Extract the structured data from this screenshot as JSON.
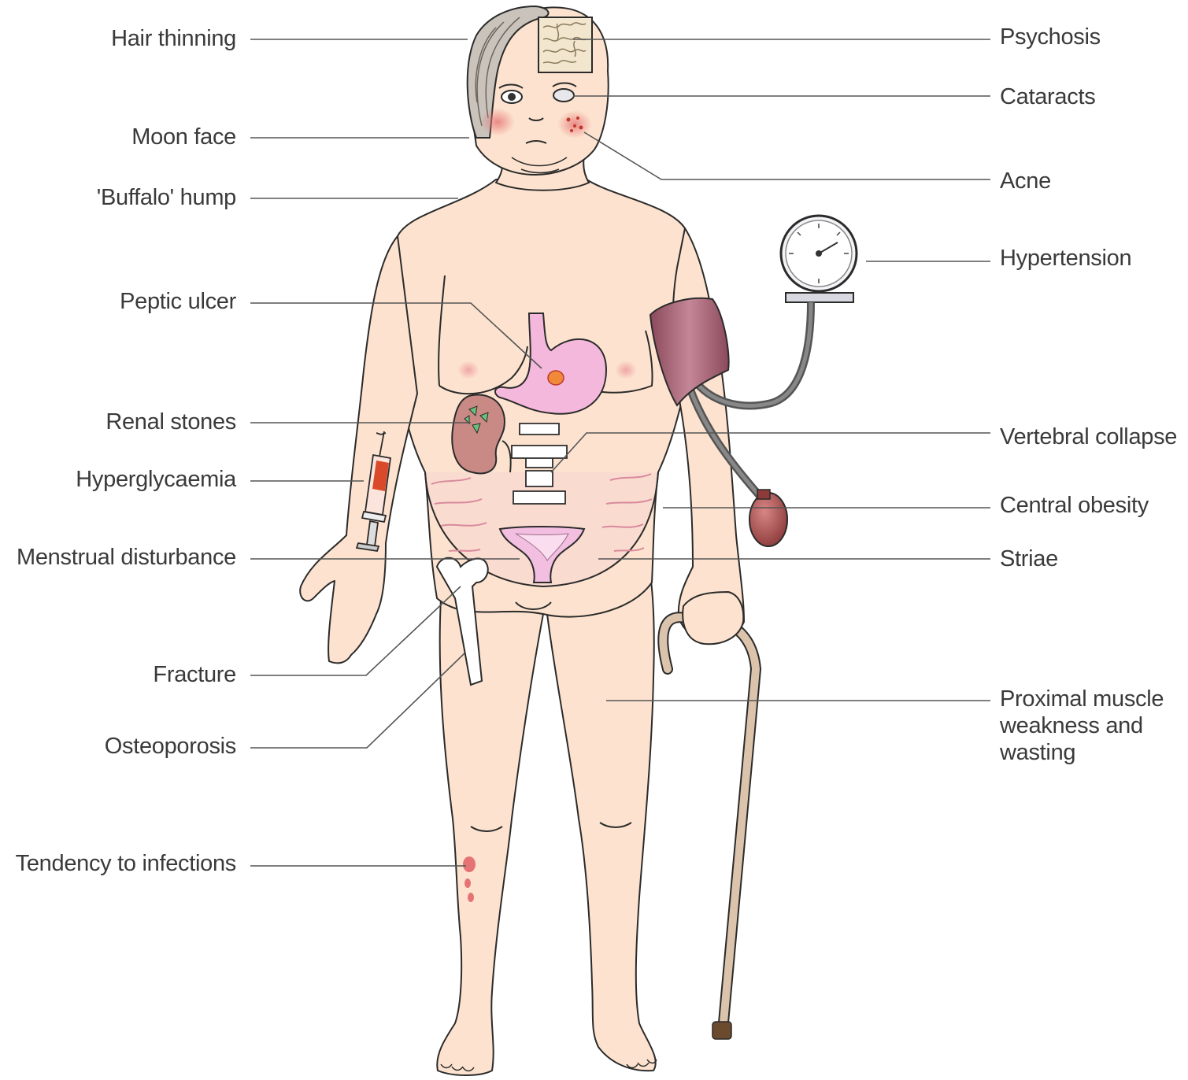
{
  "labels_left": {
    "hair_thinning": "Hair thinning",
    "moon_face": "Moon face",
    "buffalo_hump": "'Buffalo' hump",
    "peptic_ulcer": "Peptic ulcer",
    "renal_stones": "Renal stones",
    "hyperglycaemia": "Hyperglycaemia",
    "menstrual_disturbance": "Menstrual disturbance",
    "fracture": "Fracture",
    "osteoporosis": "Osteoporosis",
    "tendency_to_infections": "Tendency to infections"
  },
  "labels_right": {
    "psychosis": "Psychosis",
    "cataracts": "Cataracts",
    "acne": "Acne",
    "hypertension": "Hypertension",
    "vertebral_collapse": "Vertebral collapse",
    "central_obesity": "Central obesity",
    "striae": "Striae",
    "proximal_muscle": "Proximal muscle weakness and wasting"
  },
  "colors": {
    "skin": "#fde3cf",
    "outline": "#2b2b2b",
    "leader_line": "#555555",
    "stomach": "#f4b8dc",
    "kidney": "#c98a86",
    "cuff": "#b06a7c",
    "cane": "#d8c0a8",
    "blush": "#e88a8a"
  }
}
